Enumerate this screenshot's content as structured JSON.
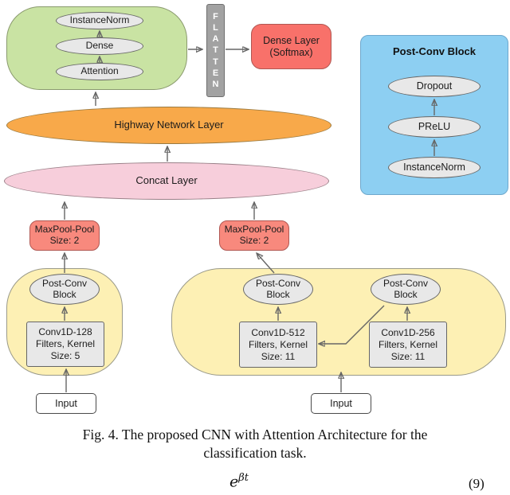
{
  "figure": {
    "attention_block": {
      "instancenorm": "InstanceNorm",
      "dense": "Dense",
      "attention": "Attention"
    },
    "flatten": "F\nL\nA\nT\nT\nE\nN",
    "dense_softmax": "Dense Layer\n(Softmax)",
    "post_conv_panel": {
      "title": "Post-Conv Block",
      "dropout": "Dropout",
      "prelu": "PReLU",
      "instancenorm": "InstanceNorm"
    },
    "highway": "Highway Network Layer",
    "concat": "Concat Layer",
    "maxpool_left": "MaxPool-Pool\nSize: 2",
    "maxpool_right": "MaxPool-Pool\nSize: 2",
    "branch_left": {
      "post_conv": "Post-Conv\nBlock",
      "conv": "Conv1D-128\nFilters, Kernel\nSize: 5",
      "input": "Input"
    },
    "branch_right": {
      "post_conv_a": "Post-Conv\nBlock",
      "post_conv_b": "Post-Conv\nBlock",
      "conv_512": "Conv1D-512\nFilters, Kernel\nSize: 11",
      "conv_256": "Conv1D-256\nFilters, Kernel\nSize: 11",
      "input": "Input"
    },
    "caption": "Fig. 4. The proposed CNN with Attention Architecture for the\nclassification task.",
    "equation": {
      "base": "e",
      "superscript": "βt",
      "number": "(9)"
    }
  },
  "colors": {
    "attention_block_green": "#c9e3a3",
    "branch_yellow": "#fdf0b4",
    "panel_blue": "#8dcff2",
    "highway_orange": "#f8a94a",
    "concat_pink": "#f7cedb",
    "softmax_red": "#f8716a",
    "maxpool_salmon": "#f8897d",
    "node_gray": "#e8e8e8",
    "flatten_gray": "#a2a2a2",
    "arrow_gray": "#666666"
  }
}
